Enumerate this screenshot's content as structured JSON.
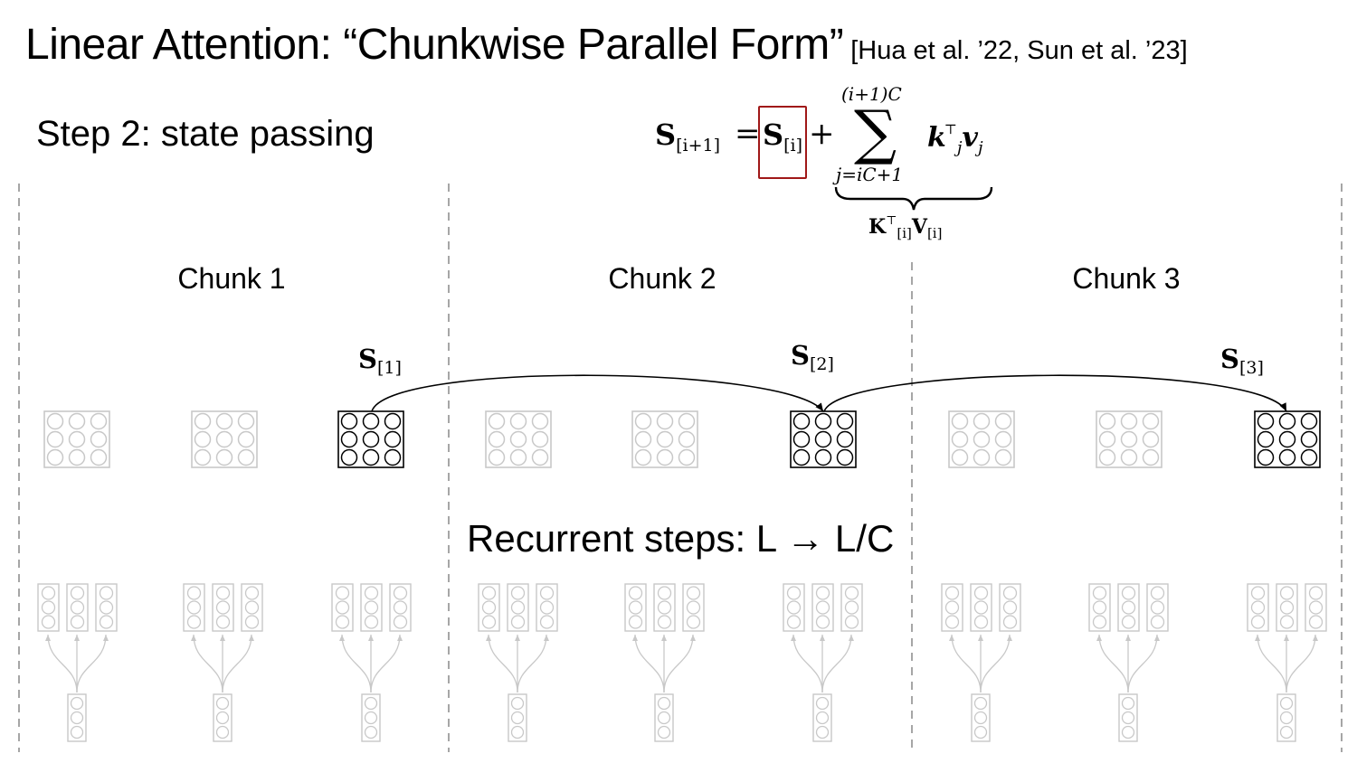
{
  "slide": {
    "title": "Linear Attention: “Chunkwise Parallel Form”",
    "citation": "[Hua et al. ’22, Sun et al. ’23]",
    "step_heading": "Step 2: state passing",
    "recurrent_caption": "Recurrent steps: L → L/C"
  },
  "equation": {
    "lhs_symbol": "S",
    "lhs_subscript": "[i+1]",
    "equals": "=",
    "rhs_state_symbol": "S",
    "rhs_state_subscript": "[i]",
    "plus": "+",
    "sum_upper": "(i+1)C",
    "sum_lower": "j=iC+1",
    "summand_k": "k",
    "summand_k_sub": "j",
    "summand_k_sup": "⊤",
    "summand_v": "v",
    "summand_v_sub": "j",
    "brace_K": "K",
    "brace_K_sup": "⊤",
    "brace_K_sub": "[i]",
    "brace_V": "V",
    "brace_V_sub": "[i]",
    "highlight_color": "#a01818"
  },
  "chunks": [
    {
      "label": "Chunk 1",
      "state_symbol": "S",
      "state_subscript": "[1]"
    },
    {
      "label": "Chunk 2",
      "state_symbol": "S",
      "state_subscript": "[2]"
    },
    {
      "label": "Chunk 3",
      "state_symbol": "S",
      "state_subscript": "[3]"
    }
  ],
  "colors": {
    "active": "#000000",
    "faded": "#c8c8c8",
    "divider": "#888888",
    "highlight": "#a01818"
  }
}
